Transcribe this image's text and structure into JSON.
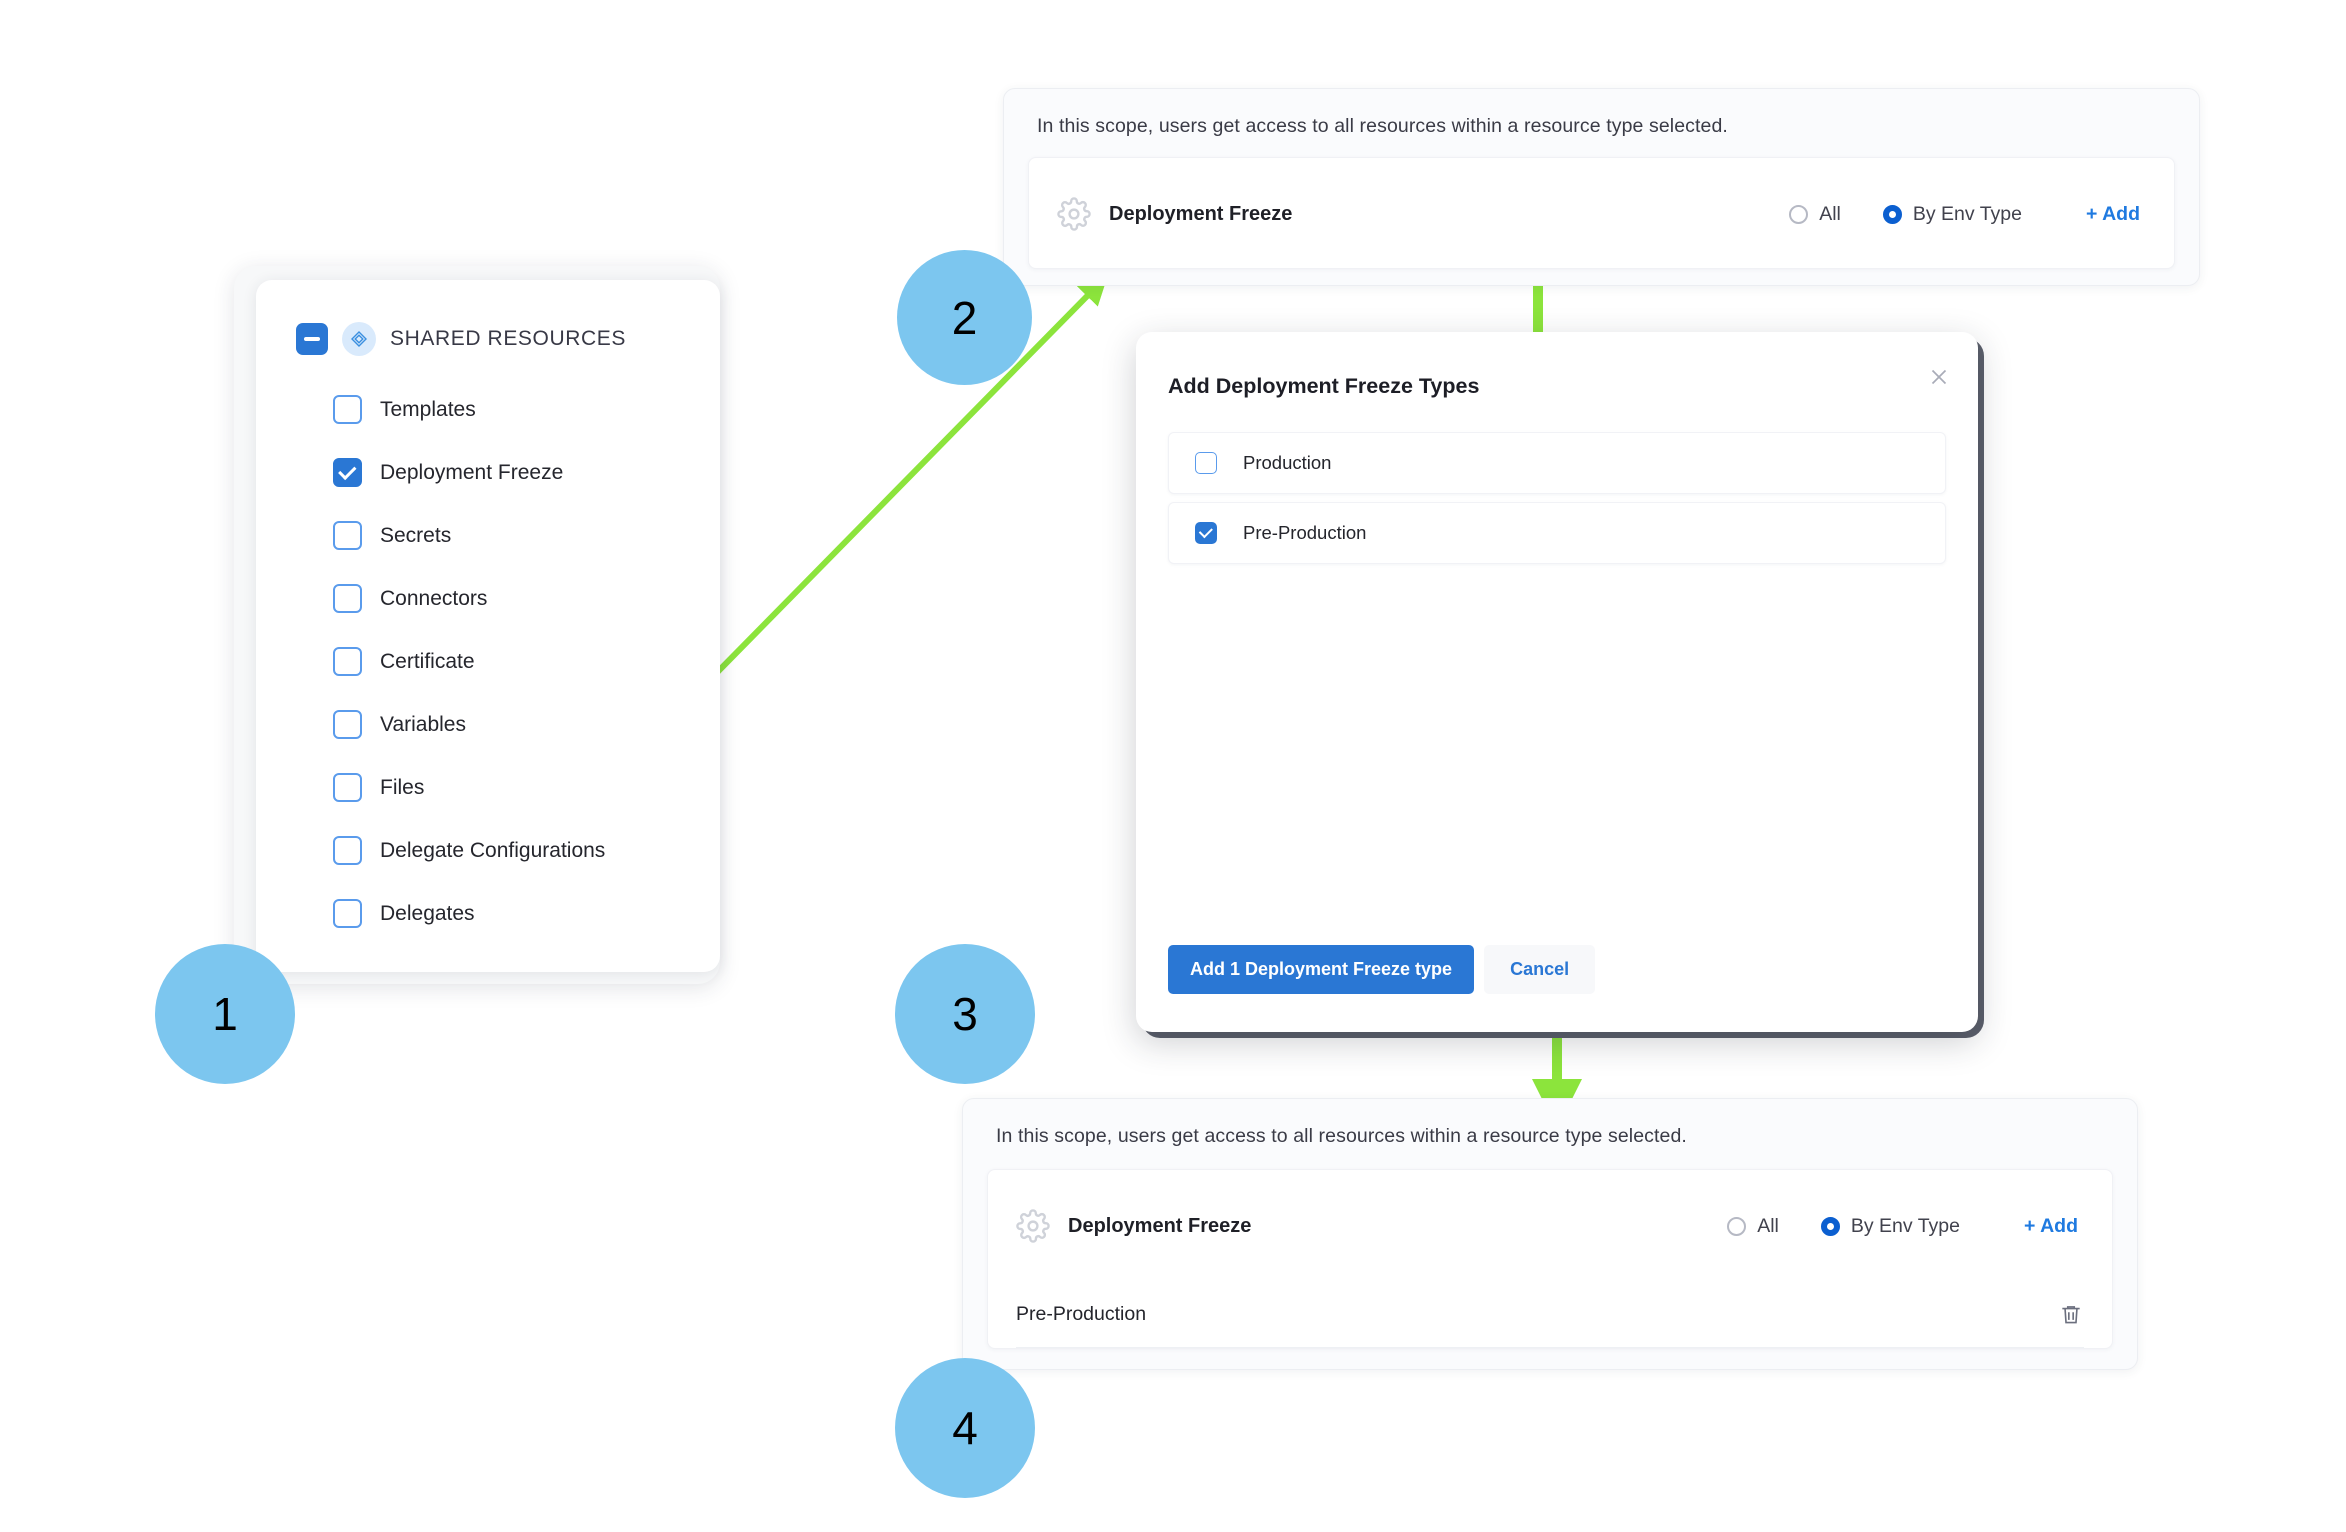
{
  "steps": [
    {
      "number": "1"
    },
    {
      "number": "2"
    },
    {
      "number": "3"
    },
    {
      "number": "4"
    }
  ],
  "shared_resources_card": {
    "header": {
      "title": "SHARED RESOURCES",
      "toggle_icon": "minus-icon",
      "type_icon": "shared-resources-diamond-icon",
      "toggle_state": "indeterminate"
    },
    "items": [
      {
        "label": "Templates",
        "checked": false
      },
      {
        "label": "Deployment Freeze",
        "checked": true
      },
      {
        "label": "Secrets",
        "checked": false
      },
      {
        "label": "Connectors",
        "checked": false
      },
      {
        "label": "Certificate",
        "checked": false
      },
      {
        "label": "Variables",
        "checked": false
      },
      {
        "label": "Files",
        "checked": false
      },
      {
        "label": "Delegate Configurations",
        "checked": false
      },
      {
        "label": "Delegates",
        "checked": false
      }
    ]
  },
  "scope_panel_top": {
    "note": "In this scope, users get access to all resources within a resource type selected.",
    "resource_name": "Deployment Freeze",
    "resource_icon": "gear-icon",
    "radio_options": [
      {
        "label": "All",
        "selected": false
      },
      {
        "label": "By Env Type",
        "selected": true
      }
    ],
    "add_label": "+ Add",
    "selected_items": []
  },
  "modal": {
    "title": "Add Deployment Freeze Types",
    "close_icon": "close-icon",
    "options": [
      {
        "label": "Production",
        "checked": false
      },
      {
        "label": "Pre-Production",
        "checked": true
      }
    ],
    "primary_button": "Add 1 Deployment Freeze type",
    "secondary_button": "Cancel"
  },
  "scope_panel_bottom": {
    "note": "In this scope, users get access to all resources within a resource type selected.",
    "resource_name": "Deployment Freeze",
    "resource_icon": "gear-icon",
    "radio_options": [
      {
        "label": "All",
        "selected": false
      },
      {
        "label": "By Env Type",
        "selected": true
      }
    ],
    "add_label": "+ Add",
    "selected_items": [
      {
        "label": "Pre-Production",
        "delete_icon": "trash-icon"
      }
    ]
  },
  "colors": {
    "accent_blue": "#2a77d4",
    "link_blue": "#1f7ae0",
    "step_circle": "#7cc6ef",
    "arrow_green": "#8ce43c",
    "checkbox_border": "#5a9bec"
  }
}
